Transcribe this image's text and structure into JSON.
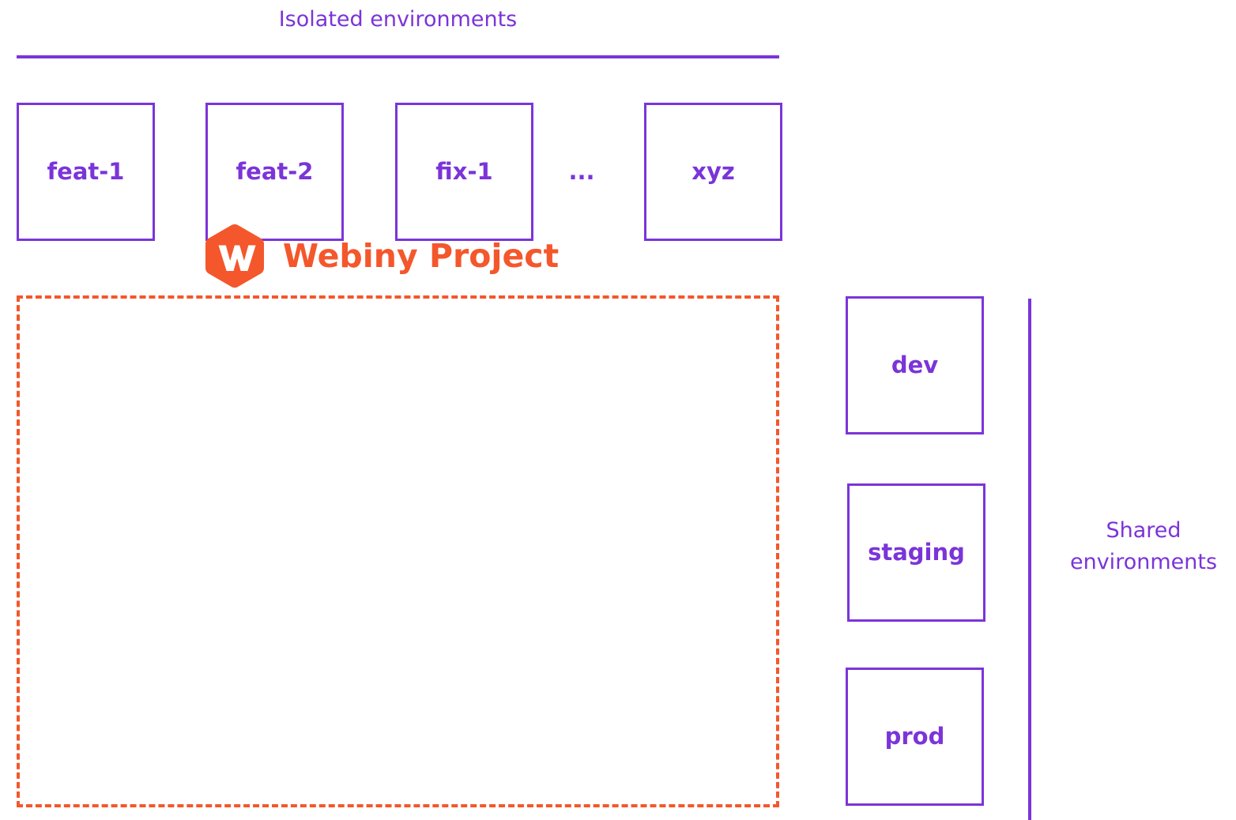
{
  "diagram": {
    "title": "Webiny environments diagram",
    "colors": {
      "purple": "#7B34D9",
      "orange": "#F4572B",
      "background": "#FFFFFF"
    },
    "isolated": {
      "heading": "Isolated environments",
      "boxes": [
        {
          "label": "feat-1"
        },
        {
          "label": "feat-2"
        },
        {
          "label": "fix-1"
        },
        {
          "label": "xyz"
        }
      ],
      "ellipsis": "..."
    },
    "project": {
      "brand_name": "Webiny Project",
      "logo_icon": "webiny-hexagon-logo",
      "logo_letter": "W",
      "border_style": "dashed"
    },
    "shared": {
      "caption_line_1": "Shared",
      "caption_line_2": "environments",
      "boxes": [
        {
          "label": "dev"
        },
        {
          "label": "staging"
        },
        {
          "label": "prod"
        }
      ]
    }
  }
}
